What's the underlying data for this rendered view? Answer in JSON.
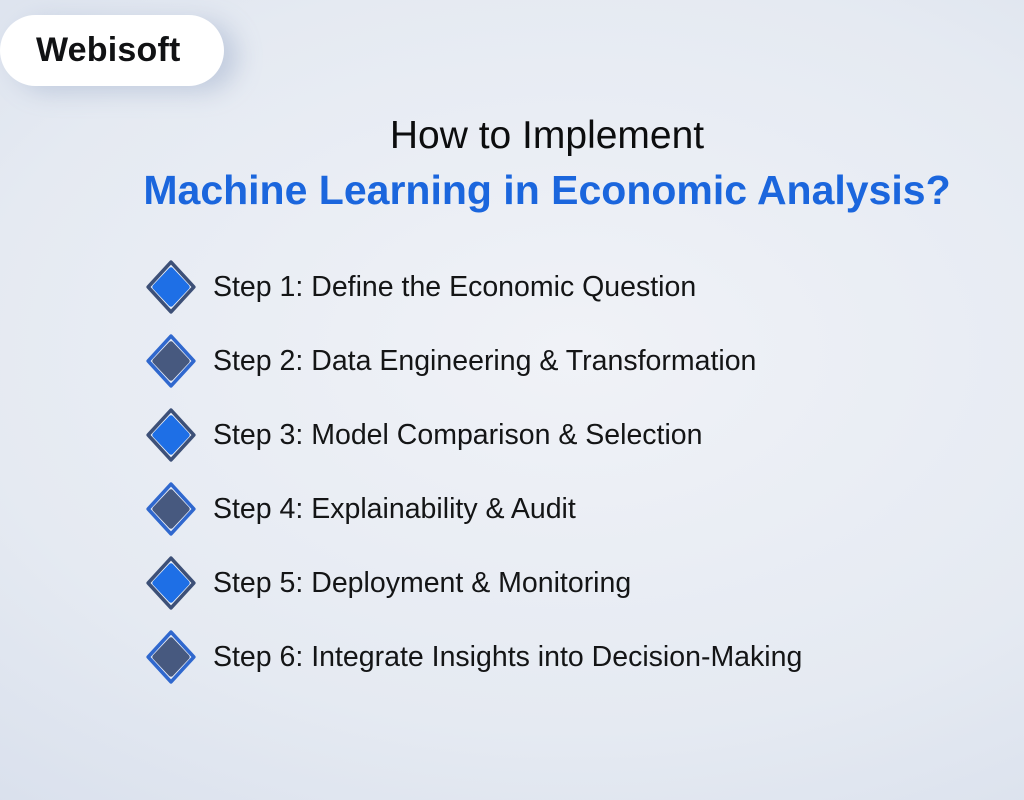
{
  "logo": {
    "text": "Webisoft"
  },
  "title": {
    "line1": "How to Implement",
    "line2": "Machine Learning in Economic Analysis?",
    "line2_color": "#1b66dd"
  },
  "steps": {
    "items": [
      {
        "label": "Step 1: Define the Economic Question",
        "variant": "blue"
      },
      {
        "label": "Step 2: Data Engineering & Transformation",
        "variant": "slate"
      },
      {
        "label": "Step 3: Model Comparison & Selection",
        "variant": "blue"
      },
      {
        "label": "Step 4: Explainability & Audit",
        "variant": "slate"
      },
      {
        "label": "Step 5: Deployment & Monitoring",
        "variant": "blue"
      },
      {
        "label": "Step 6: Integrate Insights into Decision-Making",
        "variant": "slate"
      }
    ]
  },
  "colors": {
    "background_center": "#f0f2f7",
    "background_edge": "#cbd4e6",
    "title_blue": "#1b66dd",
    "diamond_blue_fill": "#1e6fe6",
    "diamond_slate_fill": "#47597f",
    "diamond_outline_slate": "#3d5077",
    "diamond_outline_blue": "#3068ce",
    "logo_bg": "#ffffff",
    "text_dark": "#141516"
  }
}
